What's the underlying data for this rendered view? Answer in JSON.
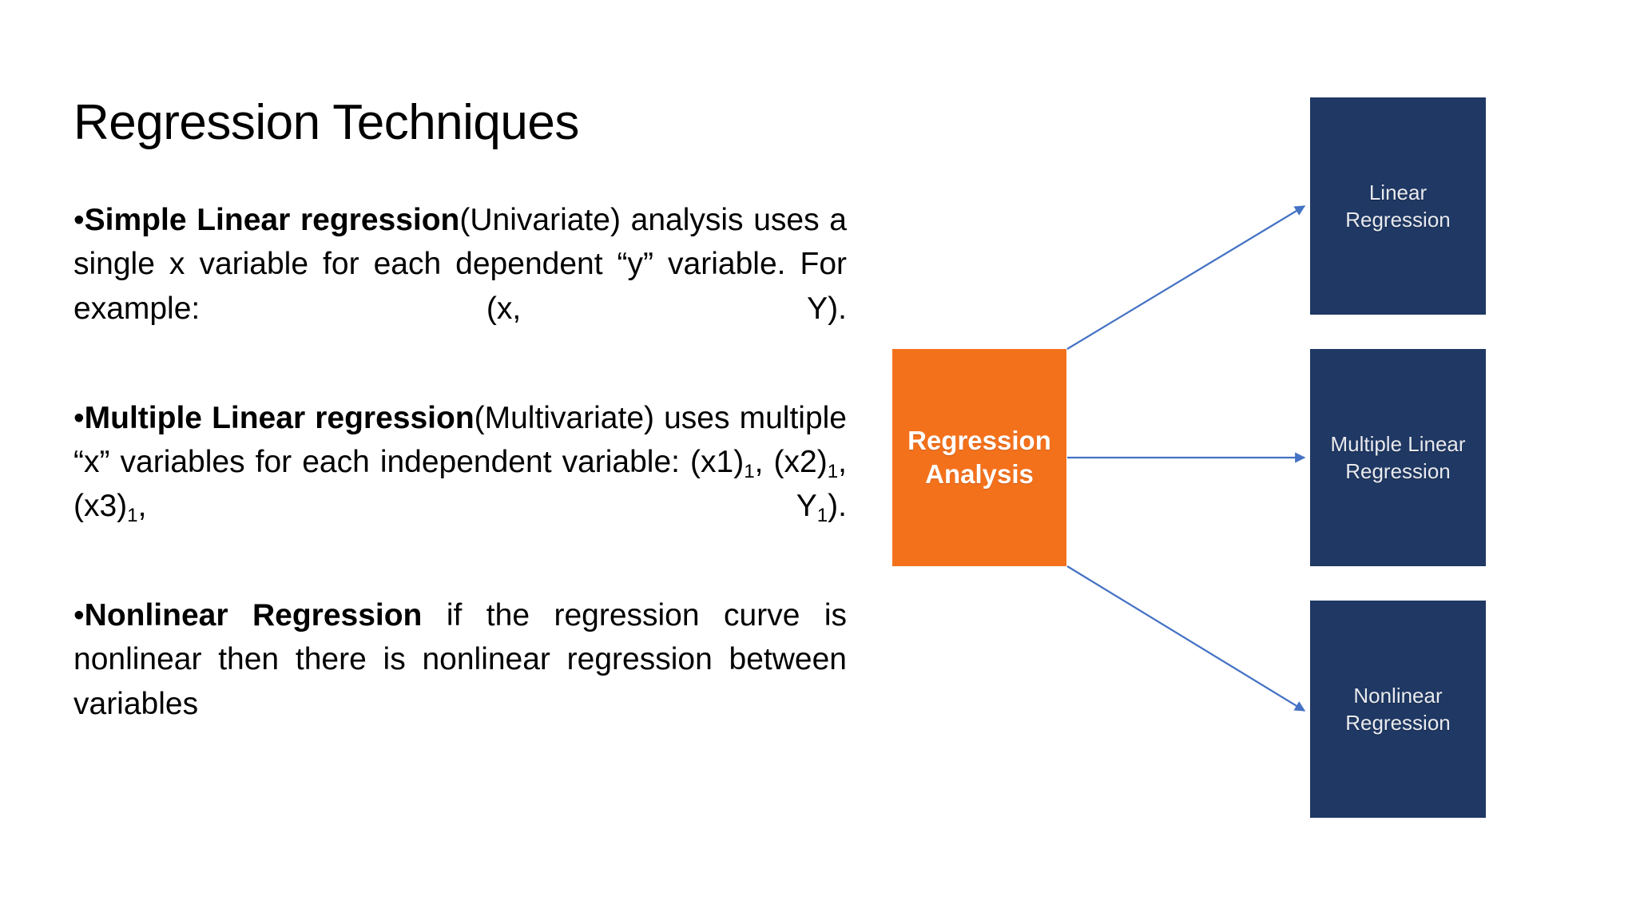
{
  "slide": {
    "title": "Regression Techniques",
    "background_color": "#FFFFFF",
    "text_color": "#000000"
  },
  "body": {
    "bullets": [
      {
        "marker": "•",
        "bold_lead": "Simple Linear regression",
        "rest": "(Univariate) analysis uses a single x variable for each dependent “y” variable. For example: (x, Y)."
      },
      {
        "marker": "•",
        "bold_lead": "Multiple Linear regression",
        "rest_before_subs": "(Multivariate) uses multiple “x” variables for each independent variable: (x1)",
        "sub1": "1",
        "mid1": ", (x2)",
        "sub2": "1",
        "mid2": ", (x3)",
        "sub3": "1",
        "mid3": ", Y",
        "sub4": "1",
        "tail": ")."
      },
      {
        "marker": "•",
        "bold_lead": "Nonlinear Regression",
        "rest": " if the regression curve is nonlinear then there is nonlinear regression between variables"
      }
    ]
  },
  "diagram": {
    "type": "flowchart",
    "center_node": {
      "label": "Regression\nAnalysis",
      "fill_color": "#F4711C",
      "text_color": "#FFFFFF"
    },
    "branch_nodes": [
      {
        "label": "Linear\nRegression",
        "fill_color": "#1F3864",
        "text_color": "#E8EAEF"
      },
      {
        "label": "Multiple Linear\nRegression",
        "fill_color": "#1F3864",
        "text_color": "#E8EAEF"
      },
      {
        "label": "Nonlinear\nRegression",
        "fill_color": "#1F3864",
        "text_color": "#E8EAEF"
      }
    ],
    "connectors": [
      {
        "from": "center_node",
        "to": "Linear Regression",
        "style": "arrow",
        "direction": "up-right",
        "color": "#4472C4"
      },
      {
        "from": "center_node",
        "to": "Multiple Linear Regression",
        "style": "arrow",
        "direction": "right",
        "color": "#4472C4"
      },
      {
        "from": "center_node",
        "to": "Nonlinear Regression",
        "style": "arrow",
        "direction": "down-right",
        "color": "#4472C4"
      }
    ]
  }
}
